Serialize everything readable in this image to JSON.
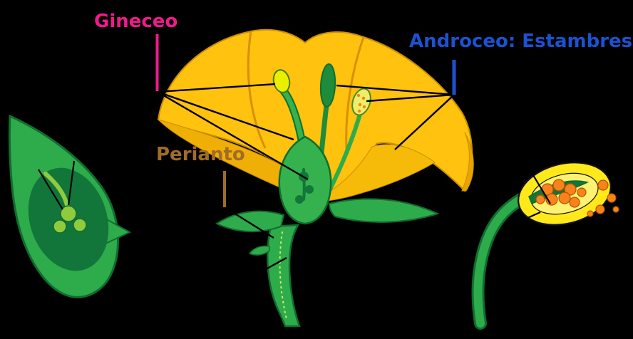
{
  "diagram": {
    "type": "botanical-flower-anatomy",
    "labels": {
      "gineceo": {
        "text": "Gineceo",
        "color": "#F01A8C"
      },
      "androceo": {
        "text": "Androceo: Estambres",
        "color": "#1B52D1"
      },
      "perianto": {
        "text": "Perianto",
        "color": "#A06C28"
      }
    },
    "colors": {
      "background": "#000000",
      "petal_yellow": "#FFC20E",
      "petal_shadow": "#E8A400",
      "green_light": "#2EAC4B",
      "green_dark": "#12763A",
      "stigma_yellow": "#E8F000",
      "anther_yellow": "#FFE91A",
      "pollen_orange": "#F8821C",
      "annotation_line": "#000000"
    }
  }
}
